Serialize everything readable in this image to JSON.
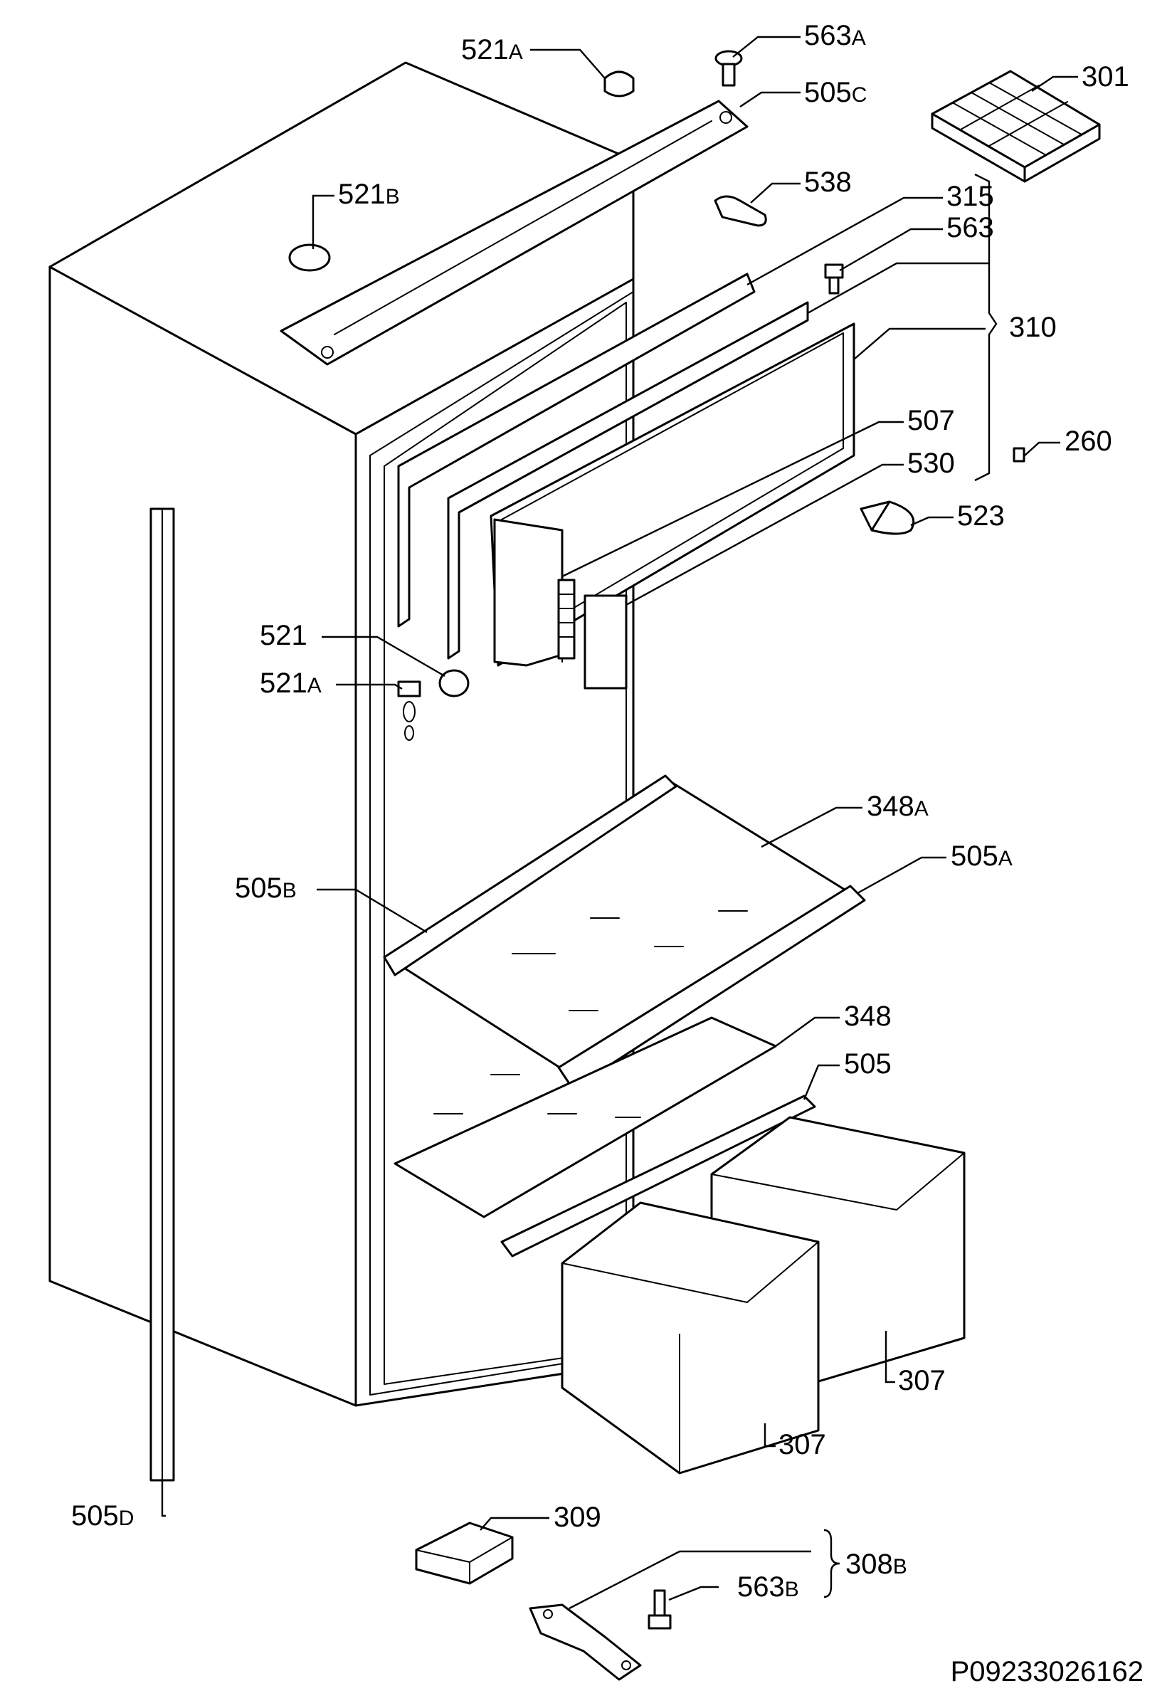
{
  "callouts": [
    {
      "id": "521A-top",
      "main": "521",
      "suffix": "A"
    },
    {
      "id": "563A",
      "main": "563",
      "suffix": "A"
    },
    {
      "id": "505C",
      "main": "505",
      "suffix": "C"
    },
    {
      "id": "301",
      "main": "301",
      "suffix": ""
    },
    {
      "id": "521B",
      "main": "521",
      "suffix": "B"
    },
    {
      "id": "538",
      "main": "538",
      "suffix": ""
    },
    {
      "id": "315",
      "main": "315",
      "suffix": ""
    },
    {
      "id": "563",
      "main": "563",
      "suffix": ""
    },
    {
      "id": "310",
      "main": "310",
      "suffix": ""
    },
    {
      "id": "507",
      "main": "507",
      "suffix": ""
    },
    {
      "id": "260",
      "main": "260",
      "suffix": ""
    },
    {
      "id": "530",
      "main": "530",
      "suffix": ""
    },
    {
      "id": "523",
      "main": "523",
      "suffix": ""
    },
    {
      "id": "521",
      "main": "521",
      "suffix": ""
    },
    {
      "id": "521A-mid",
      "main": "521",
      "suffix": "A"
    },
    {
      "id": "348A",
      "main": "348",
      "suffix": "A"
    },
    {
      "id": "505A",
      "main": "505",
      "suffix": "A"
    },
    {
      "id": "505B",
      "main": "505",
      "suffix": "B"
    },
    {
      "id": "348",
      "main": "348",
      "suffix": ""
    },
    {
      "id": "505",
      "main": "505",
      "suffix": ""
    },
    {
      "id": "307-right",
      "main": "307",
      "suffix": ""
    },
    {
      "id": "307-left",
      "main": "307",
      "suffix": ""
    },
    {
      "id": "505D",
      "main": "505",
      "suffix": "D"
    },
    {
      "id": "309",
      "main": "309",
      "suffix": ""
    },
    {
      "id": "563B",
      "main": "563",
      "suffix": "B"
    },
    {
      "id": "308B",
      "main": "308",
      "suffix": "B"
    }
  ],
  "document_id": "P09233026162"
}
